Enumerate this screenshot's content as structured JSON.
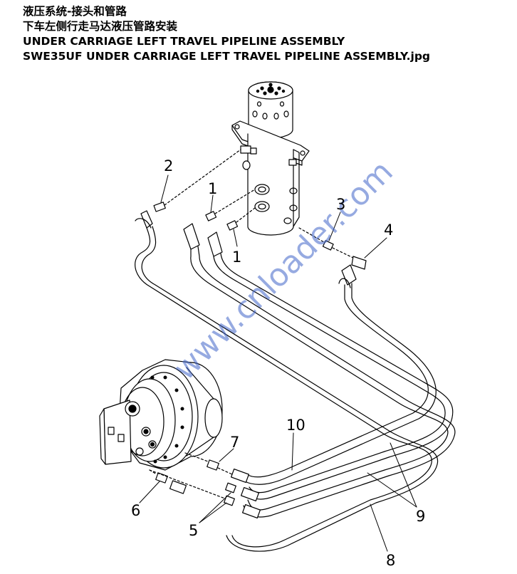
{
  "title": {
    "line1": "液压系统-接头和管路",
    "line2": "下车左侧行走马达液压管路安装",
    "line3": "UNDER  CARRIAGE LEFT  TRAVEL PIPELINE ASSEMBLY",
    "line4": "SWE35UF UNDER  CARRIAGE LEFT  TRAVEL PIPELINE ASSEMBLY.jpg"
  },
  "watermark": "www.cnloader.com",
  "callouts": {
    "c1a": "1",
    "c1b": "1",
    "c2": "2",
    "c3": "3",
    "c4": "4",
    "c5": "5",
    "c6": "6",
    "c7": "7",
    "c8": "8",
    "c9": "9",
    "c10": "10"
  }
}
